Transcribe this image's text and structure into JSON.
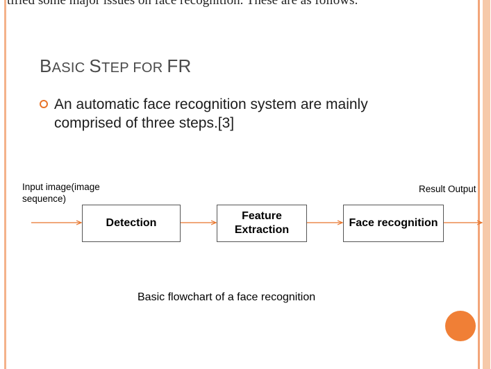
{
  "cut_off_text": "tified some major issues on face recognition. These are as follows:",
  "title": {
    "parts": [
      {
        "text": "B",
        "style": "big"
      },
      {
        "text": "asic ",
        "style": "sc"
      },
      {
        "text": "S",
        "style": "big"
      },
      {
        "text": "tep for ",
        "style": "sc"
      },
      {
        "text": "FR",
        "style": "big"
      }
    ]
  },
  "bullet": {
    "text": "An automatic face recognition system are mainly comprised of three steps.[3]"
  },
  "flowchart": {
    "input_label": "Input image(image sequence)",
    "output_label": "Result Output",
    "steps": [
      {
        "label": "Detection"
      },
      {
        "label": "Feature Extraction"
      },
      {
        "label": "Face recognition"
      }
    ],
    "caption": "Basic flowchart of a face recognition"
  },
  "colors": {
    "accent": "#e8742a",
    "arrow": "#e8742a",
    "border_light": "#f6c9a9",
    "title": "#4a4a4a"
  }
}
